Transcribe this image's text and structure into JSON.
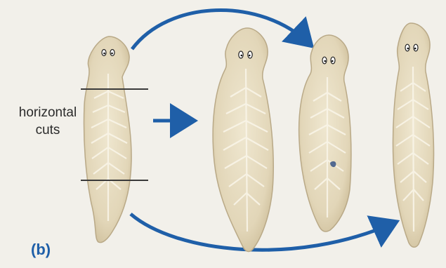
{
  "figure": {
    "cut_label_line1": "horizontal",
    "cut_label_line2": "cuts",
    "panel_letter": "(b)"
  },
  "colors": {
    "background": "#f2f0ea",
    "worm_body": "#e6dcc2",
    "worm_edge": "#b9a987",
    "worm_pattern": "#faf6ea",
    "arrow": "#1f5fa8",
    "cut_line": "#3a3a3a",
    "text": "#2b2b2b"
  }
}
